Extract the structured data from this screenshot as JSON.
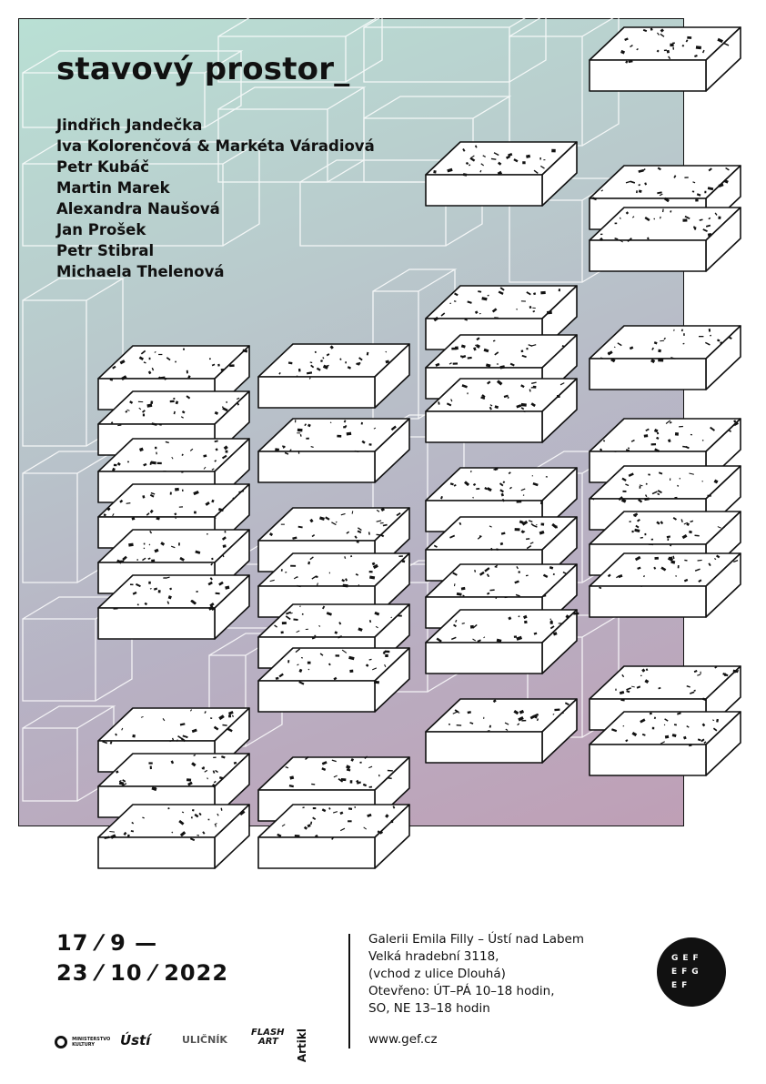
{
  "title": "stavový prostor_",
  "artists": [
    "Jindřich Jandečka",
    "Iva Kolorenčová & Markéta Váradiová",
    "Petr Kubáč",
    "Martin Marek",
    "Alexandra Naušová",
    "Jan Prošek",
    "Petr Stibral",
    "Michaela Thelenová"
  ],
  "dates": {
    "line1": "17 ⁄ 9 —",
    "line2": "23 ⁄ 10 ⁄ 2022"
  },
  "venue": [
    "Galerii Emila Filly – Ústí nad Labem",
    "Velká hradební 3118,",
    "(vchod z ulice Dlouhá)",
    "Otevřeno: ÚT–PÁ 10–18 hodin,",
    "SO, NE 13–18 hodin"
  ],
  "website": "www.gef.cz",
  "gef_logo": {
    "row1": "GEF",
    "row2": "EFG",
    "row3": "EF"
  },
  "logos": {
    "ministry": "MINISTERSTVO KULTURY",
    "usti": "Ústí",
    "ulicnik": "ULIČNÍK",
    "flash1": "FLASH",
    "flash2": "ART",
    "artikl": "Artikl"
  },
  "colors": {
    "gradient_top": "#b9e0d4",
    "gradient_mid": "#b7b2c4",
    "gradient_bottom": "#bf9fb6",
    "ink": "#111111"
  }
}
